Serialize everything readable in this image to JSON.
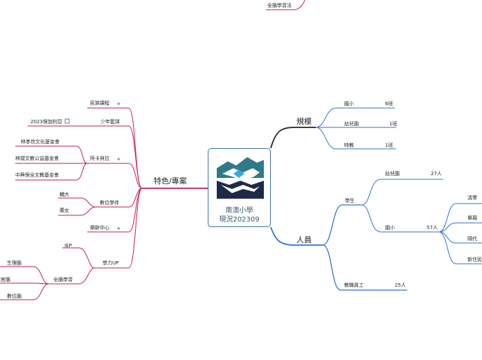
{
  "root": {
    "line1": "南澳小學",
    "line2": "現況202309"
  },
  "top_fragment": "全腦學習法",
  "right": {
    "scale": {
      "label": "規模",
      "items": [
        {
          "name": "國小",
          "value": "6班"
        },
        {
          "name": "幼兒園",
          "value": "1班"
        },
        {
          "name": "特教",
          "value": "1班"
        }
      ]
    },
    "people": {
      "label": "人員",
      "students": {
        "label": "學生",
        "kindergarten": {
          "name": "幼兒園",
          "value": "27人"
        },
        "elementary": {
          "name": "國小",
          "value": "57人",
          "groups": [
            "清寒",
            "單親",
            "隔代",
            "新住民"
          ]
        }
      },
      "staff": {
        "name": "教職員工",
        "value": "25人"
      }
    }
  },
  "left": {
    "label": "特色/專案",
    "items": {
      "indigenous": "民族課程",
      "basketball": "少年籃球",
      "plus2023": "2023保加利亞",
      "akabula": "阿卡貝拉",
      "f1": "林孝信文化基金會",
      "f2": "林熠文教公益基金會",
      "f3": "中興保全文教基金會",
      "digital_partner": "數位學伴",
      "fuda": "輔大",
      "lanv": "蘭女",
      "music": "樂齡中心",
      "learning_up": "學力UP",
      "iep": "IEP",
      "whole_brain": "全腦學習",
      "physiology": "生理腦",
      "sensory": "感官腦",
      "digital_brain": "數位腦"
    }
  },
  "colors": {
    "right_branch": "#2f6fd6",
    "left_branch": "#c2185b",
    "top_branch": "#222222"
  }
}
